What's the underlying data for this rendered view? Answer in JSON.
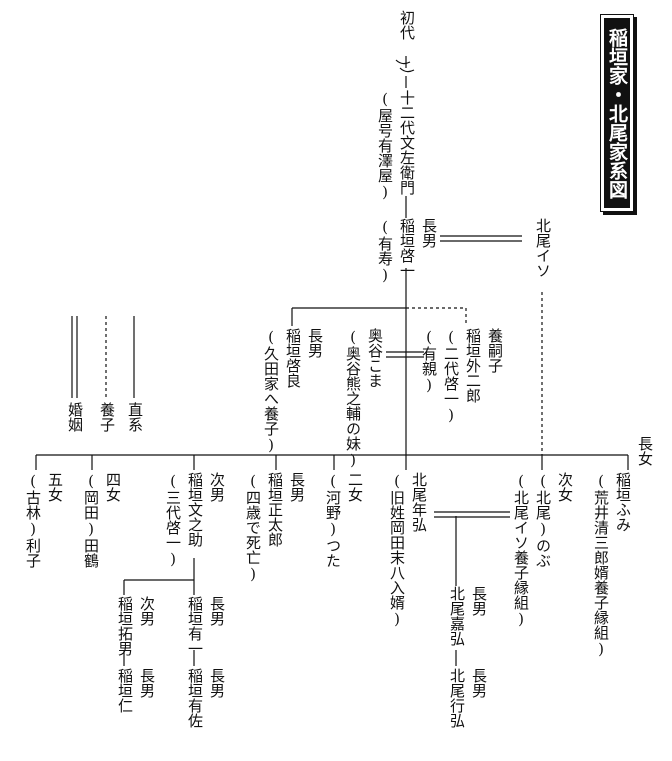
{
  "title": "稲垣家・北尾家系図",
  "legend": {
    "direct": "直系",
    "adopted": "養子",
    "marriage": "婚姻"
  },
  "people": {
    "shodai": "初代",
    "gen12_name": "十二代文左衛門",
    "gen12_note": "(屋号有澤屋)",
    "keiichi_rel": "長男",
    "keiichi_name": "稲垣啓一",
    "keiichi_note": "(有寿)",
    "iso": "北尾イソ",
    "keiryo_rel": "長男",
    "keiryo_name": "稲垣啓良",
    "keiryo_note": "(久田家へ養子)",
    "koma_name": "奥谷こま",
    "koma_note": "(奥谷熊之輔の妹)",
    "sotojiro_rel": "養嗣子",
    "sotojiro_name": "稲垣外二郎",
    "sotojiro_note1": "(二代啓一)",
    "sotojiro_note2": "(有親)",
    "fumi_rel": "長女",
    "fumi_name": "稲垣ふみ",
    "fumi_note": "(荒井清三郎婿養子縁組)",
    "nobu_rel": "次女",
    "nobu_name": "(北尾)のぶ",
    "nobu_note": "(北尾イソ養子縁組)",
    "toshihiro_name": "北尾年弘",
    "toshihiro_note": "(旧姓岡田末八入婿)",
    "tsuta_rel": "二女",
    "tsuta_name": "(河野)つた",
    "shotaro_rel": "長男",
    "shotaro_name": "稲垣正太郎",
    "shotaro_note": "(四歳で死亡)",
    "bunnosuke_rel": "次男",
    "bunnosuke_name": "稲垣文之助",
    "bunnosuke_note": "(三代啓一)",
    "tazu_rel": "四女",
    "tazu_name": "(岡田)田鶴",
    "riko_rel": "五女",
    "riko_name": "(古林)利子",
    "kahiro_rel": "長男",
    "kahiro_name": "北尾嘉弘",
    "yukihiro_rel": "長男",
    "yukihiro_name": "北尾行弘",
    "yuichi_rel": "長男",
    "yuichi_name": "稲垣有一",
    "yusa_rel": "長男",
    "yusa_name": "稲垣有佐",
    "takuo_rel": "次男",
    "takuo_name": "稲垣拓男",
    "hitoshi_rel": "長男",
    "hitoshi_name": "稲垣仁"
  }
}
